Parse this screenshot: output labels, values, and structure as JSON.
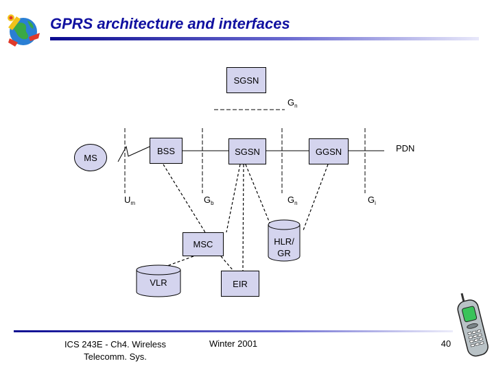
{
  "title": "GPRS architecture and interfaces",
  "nodes": {
    "sgsn_top": "SGSN",
    "ms": "MS",
    "bss": "BSS",
    "sgsn": "SGSN",
    "ggsn": "GGSN",
    "pdn": "PDN",
    "msc": "MSC",
    "hlr_gr": {
      "line1": "HLR/",
      "line2": "GR"
    },
    "vlr": "VLR",
    "eir": "EIR"
  },
  "interfaces": {
    "gn_top": {
      "base": "G",
      "sub": "n"
    },
    "um": {
      "base": "U",
      "sub": "m"
    },
    "gb": {
      "base": "G",
      "sub": "b"
    },
    "gn_mid": {
      "base": "G",
      "sub": "n"
    },
    "gi": {
      "base": "G",
      "sub": "i"
    }
  },
  "footer": {
    "course_line1": "ICS 243E - Ch4. Wireless",
    "course_line2": "Telecomm. Sys.",
    "term": "Winter 2001",
    "page": "40"
  },
  "colors": {
    "title": "#1010a0",
    "box_fill": "#d4d4ee",
    "rule": "#0b0b90"
  },
  "icons": [
    "globe-logo-icon",
    "mobile-phone-icon"
  ]
}
